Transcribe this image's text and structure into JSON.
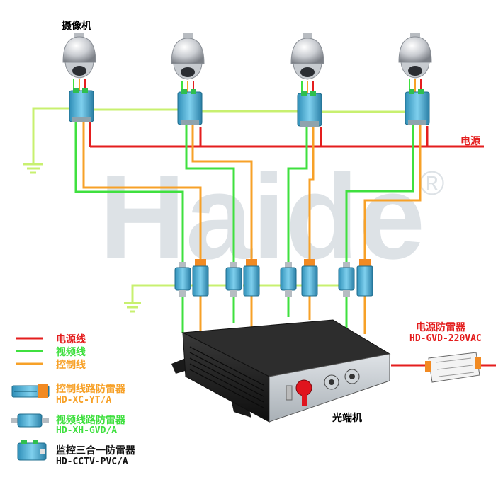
{
  "watermark": {
    "text": "Haide",
    "mark": "®"
  },
  "labels": {
    "camera": "摄像机",
    "power_source": "电源",
    "optical_terminal": "光端机",
    "power_protector_name": "电源防雷器",
    "power_protector_model": "HD-GVD-220VAC"
  },
  "legend": {
    "lines": [
      {
        "label": "电源线",
        "color": "#e41e1e"
      },
      {
        "label": "视频线",
        "color": "#3fe03f"
      },
      {
        "label": "控制线",
        "color": "#f7a128"
      }
    ],
    "devices": [
      {
        "name": "控制线路防雷器",
        "model": "HD-XC-YT/A",
        "color": "#f7a128"
      },
      {
        "name": "视频线路防雷器",
        "model": "HD-XH-GVD/A",
        "color": "#3fe03f"
      },
      {
        "name": "监控三合一防雷器",
        "model": "HD-CCTV-PVC/A",
        "color": "#111111"
      }
    ]
  },
  "colors": {
    "power": "#e41e1e",
    "video": "#3fe03f",
    "control": "#f7a128",
    "ground": "#c8f070"
  }
}
